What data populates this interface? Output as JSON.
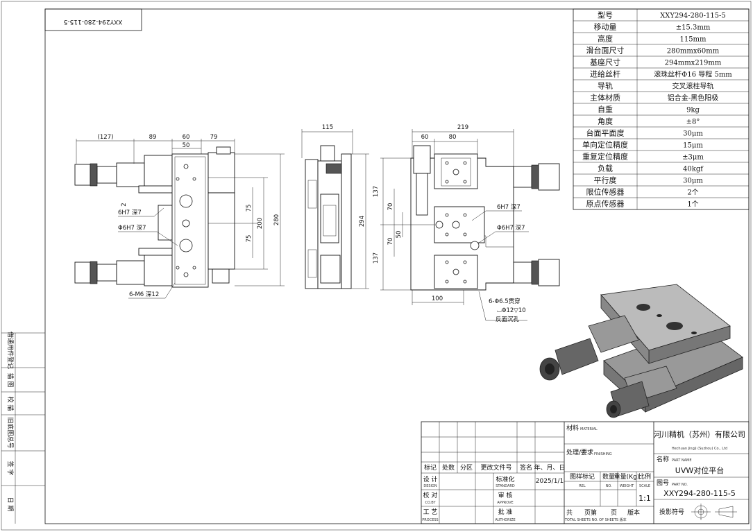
{
  "drawing_code_stamp": "XXY294-280-115-5",
  "spec_table": [
    {
      "key": "型号",
      "value": "XXY294-280-115-5"
    },
    {
      "key": "移动量",
      "value": "±15.3mm"
    },
    {
      "key": "高度",
      "value": "115mm"
    },
    {
      "key": "滑台面尺寸",
      "value": "280mmx60mm"
    },
    {
      "key": "基座尺寸",
      "value": "294mmx219mm"
    },
    {
      "key": "进给丝杆",
      "value": "滚珠丝杆Φ16 导程 5mm"
    },
    {
      "key": "导轨",
      "value": "交叉滚柱导轨"
    },
    {
      "key": "主体材质",
      "value": "铝合金-黑色阳极"
    },
    {
      "key": "自重",
      "value": "9kg"
    },
    {
      "key": "角度",
      "value": "±8°"
    },
    {
      "key": "台面平面度",
      "value": "30μm"
    },
    {
      "key": "单向定位精度",
      "value": "15μm"
    },
    {
      "key": "重复定位精度",
      "value": "±3μm"
    },
    {
      "key": "负载",
      "value": "40kgf"
    },
    {
      "key": "平行度",
      "value": "30μm"
    },
    {
      "key": "限位传感器",
      "value": "2个"
    },
    {
      "key": "原点传感器",
      "value": "1个"
    }
  ],
  "left_margin_labels": [
    "借通用件登记",
    "描 图",
    "校 描",
    "旧底图总号",
    "签 字",
    "日 期"
  ],
  "dimensions": {
    "front": {
      "d127": "(127)",
      "d89": "89",
      "d60": "60",
      "d50": "50",
      "d79": "79",
      "d2": "2",
      "d75a": "75",
      "d75b": "75",
      "d200": "200",
      "d280": "280",
      "n1": "6H7 深7",
      "n2": "Φ6H7 深7",
      "n3": "6-M6 深12"
    },
    "side": {
      "d115": "115",
      "d294": "294"
    },
    "top": {
      "d219": "219",
      "d60": "60",
      "d80": "80",
      "d137a": "137",
      "d137b": "137",
      "d70a": "70",
      "d70b": "70",
      "d50": "50",
      "d100": "100",
      "n1": "6H7 深7",
      "n2": "Φ6H7 深7",
      "n3": "6-Φ6.5贯穿",
      "n4": "⌴Φ12▽10",
      "n5": "反面沉孔"
    }
  },
  "title_block": {
    "material_label": "材料",
    "material_en": "MATERIAL",
    "finish_label": "处理/要求",
    "finish_en": "FINISHING",
    "company_cn": "河川精机（苏州）有限公司",
    "company_en": "Hechuan Jingji (Suzhou) Co., Ltd",
    "name_label": "名称",
    "name_en": "PART NAME",
    "part_name": "UVW对位平台",
    "drawing_no_label": "图号",
    "drawing_no_en": "PART NO.",
    "drawing_no": "XXY294-280-115-5",
    "scale_label": "比例",
    "scale_en": "SCALE",
    "scale": "1:1",
    "projection_label": "投影符号",
    "rev_header": [
      "标记",
      "处数",
      "分区",
      "更改文件号",
      "签名",
      "年、月、日"
    ],
    "design_label": "设 计",
    "design_en": "DESIGN",
    "standard_label": "标准化",
    "standard_en": "STANDARD",
    "date": "2025/1/1",
    "check_label": "校 对",
    "check_en": "CO.BY",
    "approve_label": "审 核",
    "approve_en": "APPROVE",
    "process_label": "工 艺",
    "process_en": "PROCESS",
    "authorize_label": "批 准",
    "authorize_en": "AUTHORIZE",
    "stage_label": "图样标记",
    "stage_en": "REL",
    "qty_label": "数量",
    "qty_en": "NO.",
    "weight_label": "重量(Kg)",
    "weight_en": "WEIGHT",
    "sheets_total": "共",
    "sheets_page": "页第",
    "sheets_page2": "页",
    "sheets_version": "版本",
    "sheets_en": "TOTAL SHEETS NO. OF SHEETS 版本"
  },
  "colors": {
    "line": "#111111",
    "part_fill": "#ffffff",
    "dark_fill": "#555555"
  }
}
